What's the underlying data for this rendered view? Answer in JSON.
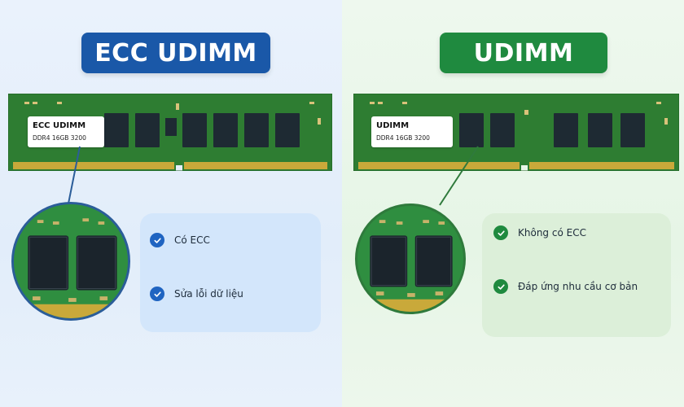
{
  "left": {
    "title": "ECC UDIMM",
    "sticker_title": "ECC UDIMM",
    "sticker_sub": "DDR4 16GB 3200",
    "features": [
      "Có ECC",
      "Sửa lỗi dữ liệu"
    ],
    "accent": "#1a58a8"
  },
  "right": {
    "title": "UDIMM",
    "sticker_title": "UDIMM",
    "sticker_sub": "DDR4 16GB 3200",
    "features": [
      "Không có ECC",
      "Đáp ứng nhu cầu cơ bản"
    ],
    "accent": "#1f8a3f"
  }
}
